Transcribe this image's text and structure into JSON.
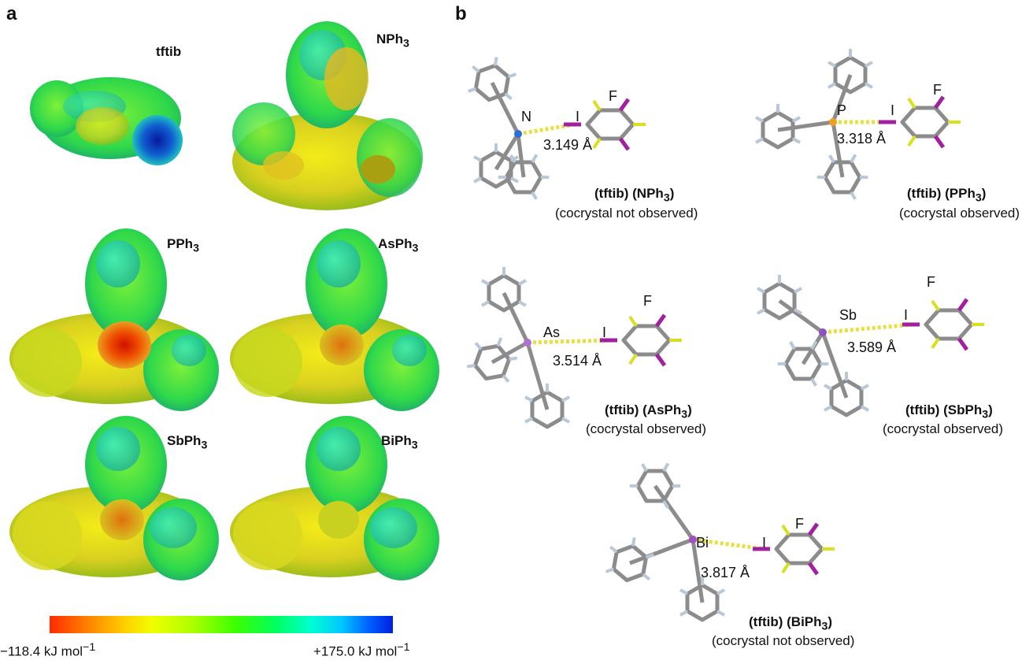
{
  "panel_a": {
    "letter": "a",
    "maps": [
      {
        "key": "tftib",
        "title": "tftib"
      },
      {
        "key": "nph3",
        "title_main": "NPh",
        "title_sub": "3"
      },
      {
        "key": "pph3",
        "title_main": "PPh",
        "title_sub": "3"
      },
      {
        "key": "asph3",
        "title_main": "AsPh",
        "title_sub": "3"
      },
      {
        "key": "sbph3",
        "title_main": "SbPh",
        "title_sub": "3"
      },
      {
        "key": "biph3",
        "title_main": "BiPh",
        "title_sub": "3"
      }
    ],
    "scale": {
      "min_label": "−118.4 kJ mol",
      "min_sup": "−1",
      "max_label": "+175.0 kJ mol",
      "max_sup": "−1",
      "colors": [
        "#ff2a00",
        "#ffd000",
        "#3cff00",
        "#00ffd0",
        "#0020e0"
      ]
    }
  },
  "panel_b": {
    "letter": "b",
    "halogen_atom": "I",
    "fluorine_atom": "F",
    "complexes": [
      {
        "key": "n",
        "donor": "N",
        "distance": "3.149 Å",
        "caption_main": "(tftib) (NPh",
        "caption_sub": "3",
        "caption_close": ")",
        "note": "(cocrystal not observed)",
        "donor_color": "#2a6fd8"
      },
      {
        "key": "p",
        "donor": "P",
        "distance": "3.318 Å",
        "caption_main": "(tftib) (PPh",
        "caption_sub": "3",
        "caption_close": ")",
        "note": "(cocrystal observed)",
        "donor_color": "#f0a020"
      },
      {
        "key": "as",
        "donor": "As",
        "distance": "3.514 Å",
        "caption_main": "(tftib) (AsPh",
        "caption_sub": "3",
        "caption_close": ")",
        "note": "(cocrystal observed)",
        "donor_color": "#b070d0"
      },
      {
        "key": "sb",
        "donor": "Sb",
        "distance": "3.589 Å",
        "caption_main": "(tftib) (SbPh",
        "caption_sub": "3",
        "caption_close": ")",
        "note": "(cocrystal observed)",
        "donor_color": "#9050c0"
      },
      {
        "key": "bi",
        "donor": "Bi",
        "distance": "3.817 Å",
        "caption_main": "(tftib) (BiPh",
        "caption_sub": "3",
        "caption_close": ")",
        "note": "(cocrystal not observed)",
        "donor_color": "#a050c0"
      }
    ]
  }
}
